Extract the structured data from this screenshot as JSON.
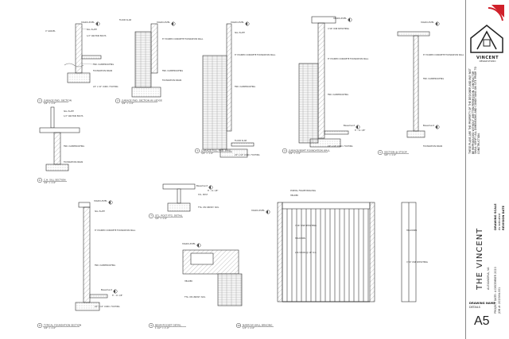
{
  "sheet": {
    "project_name": "THE VINCENT",
    "project_address": "ALEXANDRIA, VA",
    "drawing_scale_label": "DRAWING SCALE",
    "drawing_scale_value": "As indicated",
    "revision_label": "REVISION DATE",
    "project_date": "PROJECT DATE: 4 DECEMBER 2020",
    "job_no": "JOB #: 2020VN-001",
    "sheet_title_label": "DRAWING NAME",
    "sheet_title_value": "DETAILS",
    "sheet_number": "A5",
    "brand_name": "VINCENT",
    "brand_sub": "DESIGN STUDIO"
  },
  "notice": "THESE PLANS ARE THE PROPERTY OF THE DESIGNER AND MAY NOT BE REPRODUCED WITHOUT WRITTEN PERMISSION. CONTRACTOR SHALL VERIFY ALL DIMENSIONS AND CONDITIONS ON SITE PRIOR TO CONSTRUCTION.",
  "details": [
    {
      "num": "1",
      "title": "GARAGE FND. SECTION",
      "scale": "3/4\" = 1'-0\""
    },
    {
      "num": "2",
      "title": "GARAGE FND. SECTION W/ LEDGE",
      "scale": "3/4\" = 1'-0\""
    },
    {
      "num": "3",
      "title": "GARAGE FULL FND. WALL",
      "scale": "3/4\" = 1'-0\""
    },
    {
      "num": "4",
      "title": "GARAGE/BSMT FOUNDATION WALL",
      "scale": "3/4\" = 1'-0\""
    },
    {
      "num": "5",
      "title": "SECTION @ STOOP",
      "scale": "3/4\" = 1'-0\""
    },
    {
      "num": "6",
      "title": "C.H. SILL SECTION",
      "scale": "3/4\" = 1'-0\""
    },
    {
      "num": "7",
      "title": "STL. POST FTG. DETAIL",
      "scale": "3/4\" = 1'-0\""
    },
    {
      "num": "8",
      "title": "TYPICAL FOUNDATION SECTION",
      "scale": "3/4\" = 1'-0\""
    },
    {
      "num": "9",
      "title": "BEAM POCKET DETAIL",
      "scale": "1 1/2\" = 1'-0\""
    },
    {
      "num": "10",
      "title": "NARROW WALL BRACING",
      "scale": "1/2\" = 1'-0\""
    }
  ],
  "notes": {
    "main_level": "MAIN LEVEL",
    "basement": "Basement",
    "basement_elev": "8' - 11 1/8\"",
    "floor_slab": "FLOOR SLAB",
    "gravel": "4\" GRAVEL",
    "footing": "24\" x 10\" CONC. FOOTING",
    "foundation_wall": "8\" POURED CONCRETE FOUNDATION WALL",
    "dampproof": "FND. DAMPPROOFING",
    "drain": "FOUNDATION DRAIN",
    "sill": "SILL PLATE",
    "anchor": "1/2\" ANCHOR BOLTS",
    "steel_post": "STL. POST",
    "ftg": "FTG. ON UNDIST. SOIL",
    "brace": "PORTAL FRAME BRACING",
    "hdr": "HEADER",
    "holdown": "HOLDOWN",
    "sheathing": "7/16\" OSB SHEATHING",
    "stud": "2x6 STUDS @ 16\" O.C."
  }
}
